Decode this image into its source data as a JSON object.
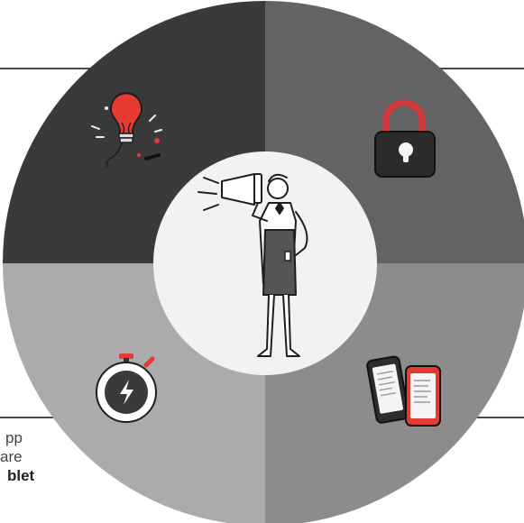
{
  "colors": {
    "segment_top_left": "#3a3a3a",
    "segment_top_right": "#636363",
    "segment_bottom_right": "#8c8c8c",
    "segment_bottom_left": "#ababab",
    "center_circle": "#f2f2f2",
    "accent_red": "#e63b33",
    "line": "#4a4a4a"
  },
  "segments": [
    {
      "position": "top-left",
      "icon": "lightbulb-icon"
    },
    {
      "position": "top-right",
      "icon": "padlock-icon"
    },
    {
      "position": "bottom-right",
      "icon": "devices-icon"
    },
    {
      "position": "bottom-left",
      "icon": "stopwatch-icon"
    }
  ],
  "center": {
    "icon": "megaphone-waiter-icon"
  },
  "side_text": {
    "line1": "pp",
    "line2": "are",
    "line3": "blet"
  }
}
